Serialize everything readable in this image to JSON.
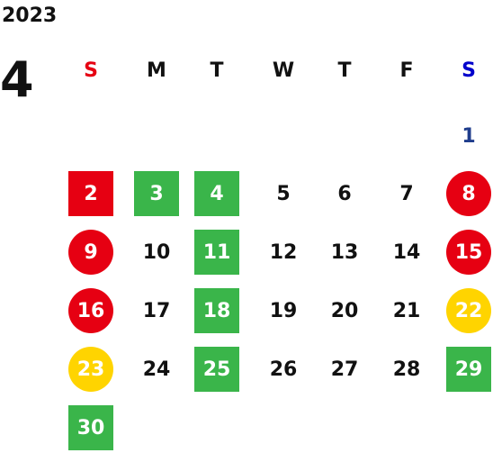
{
  "header": {
    "year": "2023",
    "month": "4"
  },
  "colors": {
    "sunday": "#e60012",
    "saturday": "#0000cc",
    "first_day": "#1f3d8c",
    "green": "#3ab54a",
    "red": "#e60012",
    "yellow": "#ffd400"
  },
  "weekdays": [
    "S",
    "M",
    "T",
    "W",
    "T",
    "F",
    "S"
  ],
  "weeks": [
    [
      null,
      null,
      null,
      null,
      null,
      null,
      {
        "d": "1",
        "style": "blue"
      }
    ],
    [
      {
        "d": "2",
        "style": "red-box"
      },
      {
        "d": "3",
        "style": "green"
      },
      {
        "d": "4",
        "style": "green"
      },
      {
        "d": "5"
      },
      {
        "d": "6"
      },
      {
        "d": "7"
      },
      {
        "d": "8",
        "style": "red-circle"
      }
    ],
    [
      {
        "d": "9",
        "style": "red-circle"
      },
      {
        "d": "10"
      },
      {
        "d": "11",
        "style": "green"
      },
      {
        "d": "12"
      },
      {
        "d": "13"
      },
      {
        "d": "14"
      },
      {
        "d": "15",
        "style": "red-circle"
      }
    ],
    [
      {
        "d": "16",
        "style": "red-circle"
      },
      {
        "d": "17"
      },
      {
        "d": "18",
        "style": "green"
      },
      {
        "d": "19"
      },
      {
        "d": "20"
      },
      {
        "d": "21"
      },
      {
        "d": "22",
        "style": "yellow-circle"
      }
    ],
    [
      {
        "d": "23",
        "style": "yellow-circle"
      },
      {
        "d": "24"
      },
      {
        "d": "25",
        "style": "green"
      },
      {
        "d": "26"
      },
      {
        "d": "27"
      },
      {
        "d": "28"
      },
      {
        "d": "29",
        "style": "green"
      }
    ],
    [
      {
        "d": "30",
        "style": "green"
      },
      null,
      null,
      null,
      null,
      null,
      null
    ]
  ]
}
